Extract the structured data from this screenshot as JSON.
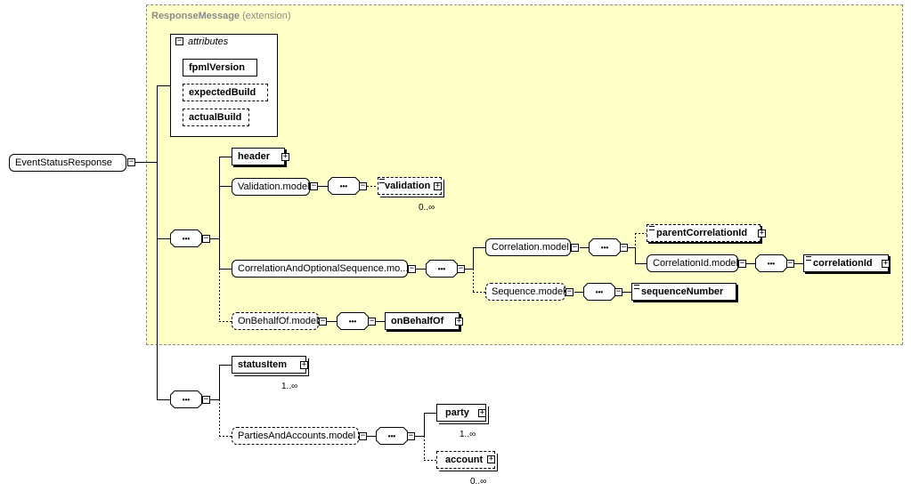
{
  "root": {
    "label": "EventStatusResponse"
  },
  "extension": {
    "base": "ResponseMessage",
    "kind": "(extension)"
  },
  "attributes": {
    "heading": "attributes",
    "items": [
      {
        "label": "fpmlVersion",
        "required": true
      },
      {
        "label": "expectedBuild",
        "required": false
      },
      {
        "label": "actualBuild",
        "required": false
      }
    ]
  },
  "nodes": {
    "header": "header",
    "validation_model": "Validation.model",
    "validation": "validation",
    "validation_card": "0..∞",
    "correlation_seq_model": "CorrelationAndOptionalSequence.mo...",
    "correlation_model": "Correlation.model",
    "parent_correlation_id": "parentCorrelationId",
    "correlation_id_model": "CorrelationId.model",
    "correlation_id": "correlationId",
    "sequence_model": "Sequence.model",
    "sequence_number": "sequenceNumber",
    "on_behalf_of_model": "OnBehalfOf.model",
    "on_behalf_of": "onBehalfOf",
    "status_item": "statusItem",
    "status_item_card": "1..∞",
    "parties_accounts_model": "PartiesAndAccounts.model",
    "party": "party",
    "party_card": "1..∞",
    "account": "account",
    "account_card": "0..∞"
  },
  "icons": {
    "expand": "+",
    "collapse": "−",
    "sequence": "•••"
  }
}
